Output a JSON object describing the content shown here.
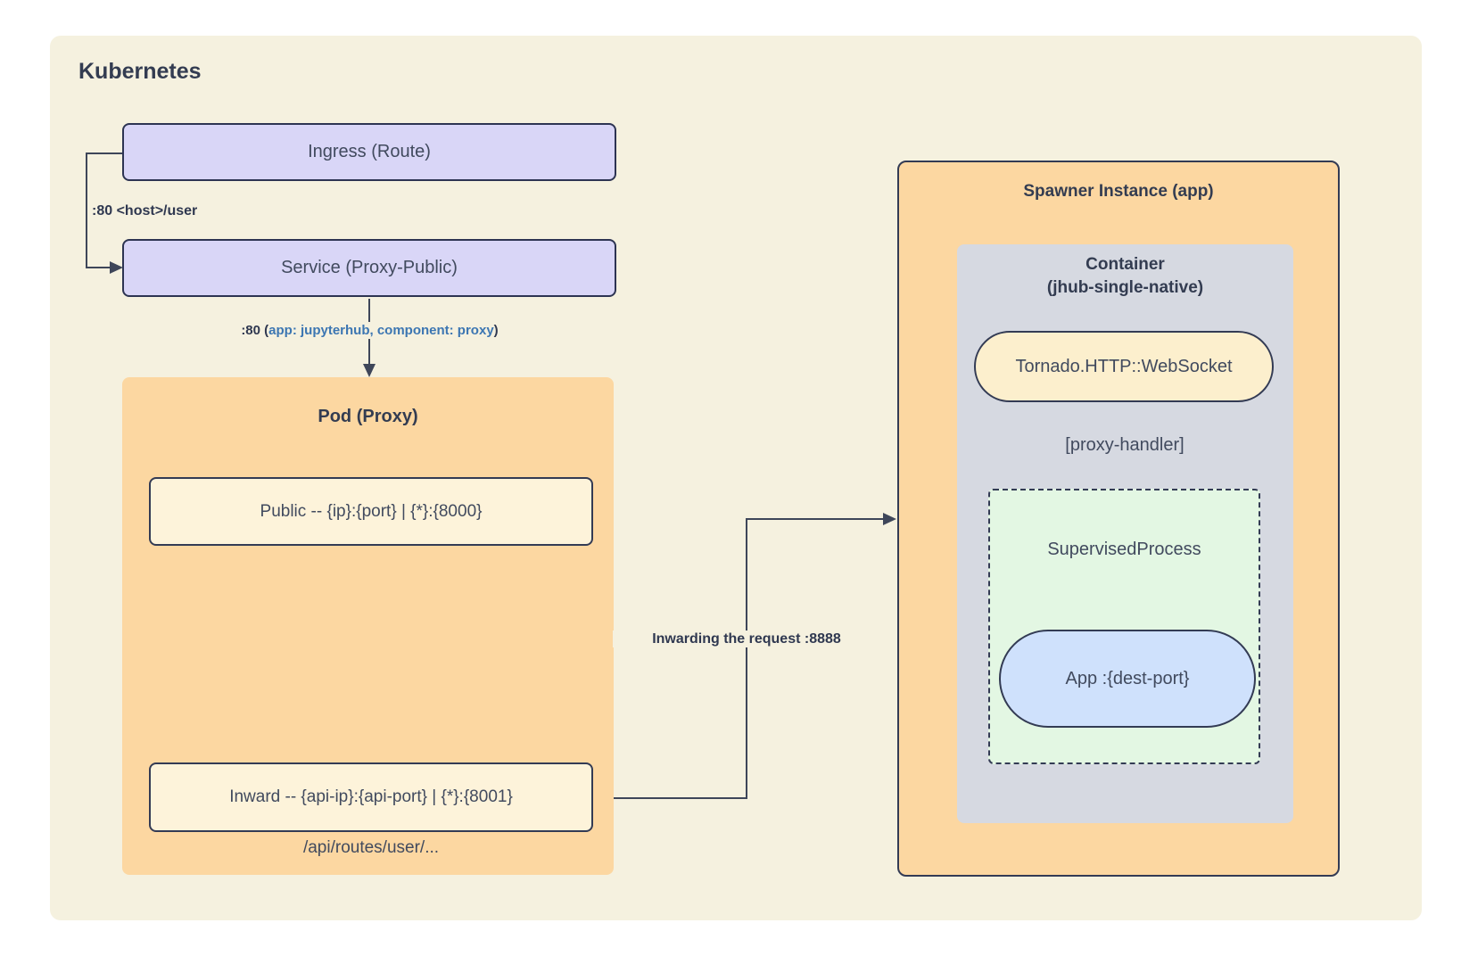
{
  "colors": {
    "white": "#ffffff",
    "beige": "#f5f1df",
    "lavender": "#d9d6f7",
    "lavender_border": "#2d3452",
    "orange": "#fcd7a1",
    "cream": "#fdf3da",
    "dark_border": "#333b54",
    "gray": "#d6d9e1",
    "green": "#e3f7e3",
    "blue_pill": "#cfe1fc",
    "tornado": "#fcefcd",
    "line": "#3e4659",
    "title_text": "#333c51",
    "label_text": "#414a5e",
    "bold_label": "#2f3850",
    "blue_text": "#3c76b2"
  },
  "diagram": {
    "title": "Kubernetes",
    "ingress": {
      "label": "Ingress (Route)"
    },
    "service": {
      "label": "Service (Proxy-Public)"
    },
    "pod": {
      "title": "Pod (Proxy)",
      "public_label": "Public -- {ip}:{port} | {*}:{8000}",
      "inward_label": "Inward -- {api-ip}:{api-port} | {*}:{8001}",
      "routes_note": "/api/routes/user/..."
    },
    "spawner": {
      "title": "Spawner Instance (app)",
      "container_line1": "Container",
      "container_line2": "(jhub-single-native)",
      "tornado_label": "Tornado.HTTP::WebSocket",
      "proxy_handler_label": "[proxy-handler]",
      "supervised_label": "SupervisedProcess",
      "app_label": "App :{dest-port}"
    },
    "edges": {
      "ingress_service_label": ":80 <host>/user",
      "service_pod_prefix": ":80 (",
      "service_pod_highlight": "app: jupyterhub, component: proxy",
      "service_pod_suffix": ")",
      "inward_spawner_label": "Inwarding the request :8888"
    }
  }
}
